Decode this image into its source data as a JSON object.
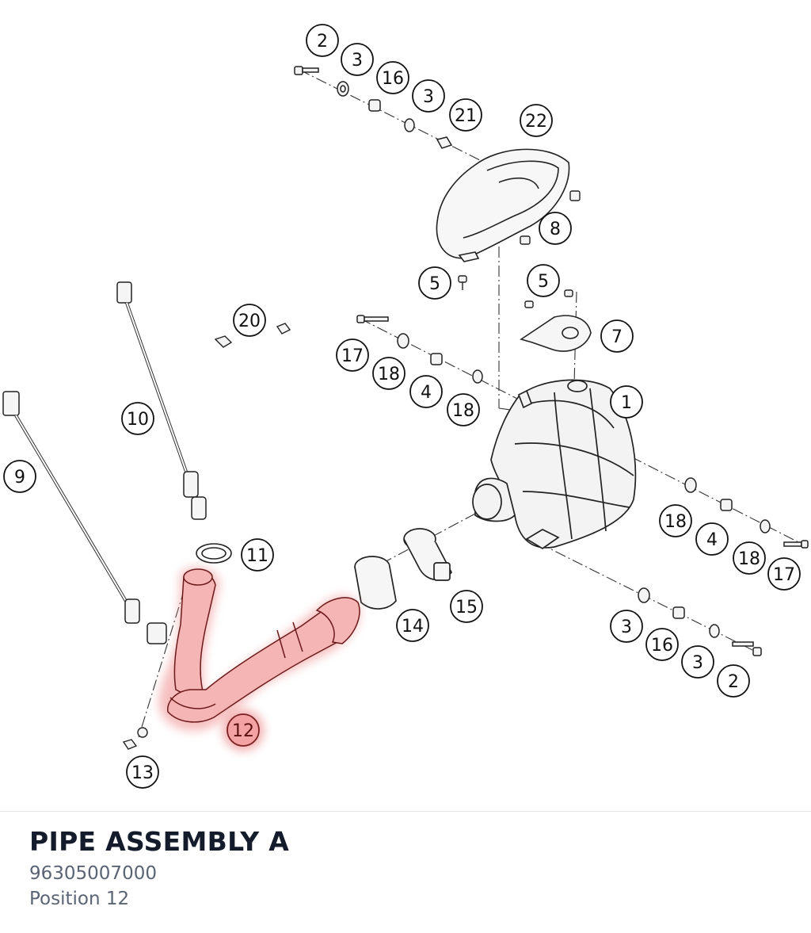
{
  "diagram": {
    "highlight_color": "#e24a4a",
    "callouts": [
      {
        "id": "c-2a",
        "label": "2",
        "highlighted": false
      },
      {
        "id": "c-3a",
        "label": "3",
        "highlighted": false
      },
      {
        "id": "c-16a",
        "label": "16",
        "highlighted": false
      },
      {
        "id": "c-3b",
        "label": "3",
        "highlighted": false
      },
      {
        "id": "c-21",
        "label": "21",
        "highlighted": false
      },
      {
        "id": "c-22",
        "label": "22",
        "highlighted": false
      },
      {
        "id": "c-8",
        "label": "8",
        "highlighted": false
      },
      {
        "id": "c-5a",
        "label": "5",
        "highlighted": false
      },
      {
        "id": "c-5b",
        "label": "5",
        "highlighted": false
      },
      {
        "id": "c-20",
        "label": "20",
        "highlighted": false
      },
      {
        "id": "c-7",
        "label": "7",
        "highlighted": false
      },
      {
        "id": "c-17a",
        "label": "17",
        "highlighted": false
      },
      {
        "id": "c-18a",
        "label": "18",
        "highlighted": false
      },
      {
        "id": "c-4a",
        "label": "4",
        "highlighted": false
      },
      {
        "id": "c-18b",
        "label": "18",
        "highlighted": false
      },
      {
        "id": "c-1",
        "label": "1",
        "highlighted": false
      },
      {
        "id": "c-10",
        "label": "10",
        "highlighted": false
      },
      {
        "id": "c-9",
        "label": "9",
        "highlighted": false
      },
      {
        "id": "c-11",
        "label": "11",
        "highlighted": false
      },
      {
        "id": "c-18c",
        "label": "18",
        "highlighted": false
      },
      {
        "id": "c-4b",
        "label": "4",
        "highlighted": false
      },
      {
        "id": "c-18d",
        "label": "18",
        "highlighted": false
      },
      {
        "id": "c-17b",
        "label": "17",
        "highlighted": false
      },
      {
        "id": "c-15",
        "label": "15",
        "highlighted": false
      },
      {
        "id": "c-14",
        "label": "14",
        "highlighted": false
      },
      {
        "id": "c-3c",
        "label": "3",
        "highlighted": false
      },
      {
        "id": "c-16b",
        "label": "16",
        "highlighted": false
      },
      {
        "id": "c-3d",
        "label": "3",
        "highlighted": false
      },
      {
        "id": "c-2b",
        "label": "2",
        "highlighted": false
      },
      {
        "id": "c-12",
        "label": "12",
        "highlighted": true
      },
      {
        "id": "c-13",
        "label": "13",
        "highlighted": false
      }
    ]
  },
  "caption": {
    "part_name": "PIPE ASSEMBLY A",
    "part_number": "96305007000",
    "position_text": "Position 12"
  }
}
